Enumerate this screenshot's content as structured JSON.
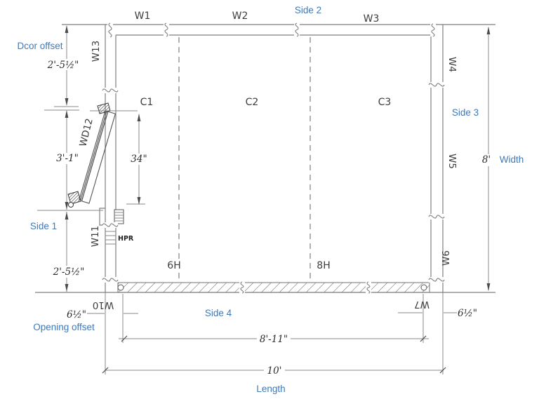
{
  "colors": {
    "line": "#7f7f7f",
    "label": "#3d3d3d",
    "dimension_text": "#2b2b2b",
    "annotation_blue": "#3e79b8"
  },
  "walls": {
    "w1": "W1",
    "w2": "W2",
    "w3": "W3",
    "w4": "W4",
    "w5": "W5",
    "w6": "W6",
    "w7": "W7",
    "w10": "W10",
    "w11": "W11",
    "w13": "W13",
    "wd12": "WD12"
  },
  "cells": {
    "c1": "C1",
    "c2": "C2",
    "c3": "C3"
  },
  "markers": {
    "h_left": "6H",
    "h_right": "8H",
    "hpr": "HPR"
  },
  "sides": {
    "side1": "Side 1",
    "side2": "Side 2",
    "side3": "Side 3",
    "side4": "Side 4"
  },
  "annotations": {
    "door_offset": "Dcor offset",
    "opening_offset": "Opening offset",
    "width": "Width",
    "length": "Length"
  },
  "dimensions": {
    "door_offset_top": "2'-5½\"",
    "door_height": "3'-1\"",
    "cell_height": "34\"",
    "door_offset_bottom": "2'-5½\"",
    "opening_offset_left": "6½\"",
    "opening_offset_right": "6½\"",
    "opening_span": "8'-11\"",
    "length_total": "10'",
    "width_total": "8'"
  }
}
